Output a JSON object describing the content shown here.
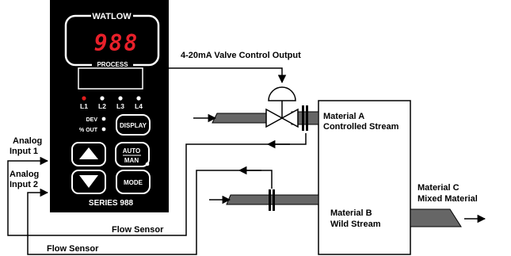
{
  "controller": {
    "brand": "WATLOW",
    "display_value": "988",
    "display_caption": "PROCESS",
    "indicators": [
      "L1",
      "L2",
      "L3",
      "L4"
    ],
    "dev_label": "DEV",
    "out_label": "% OUT",
    "display_button": "DISPLAY",
    "auto_label": "AUTO",
    "man_label": "MAN",
    "mode_button": "MODE",
    "series": "SERIES 988",
    "indicator_on_color": "#e01e1e"
  },
  "labels": {
    "valve_output": "4-20mA Valve Control Output",
    "analog_input_1": [
      "Analog",
      "Input 1"
    ],
    "analog_input_2": [
      "Analog",
      "Input 2"
    ],
    "flow_sensor_upper": "Flow Sensor",
    "flow_sensor_lower": "Flow Sensor",
    "material_a": [
      "Material A",
      "Controlled Stream"
    ],
    "material_b": [
      "Material B",
      "Wild Stream"
    ],
    "material_c": [
      "Material C",
      "Mixed Material"
    ]
  }
}
